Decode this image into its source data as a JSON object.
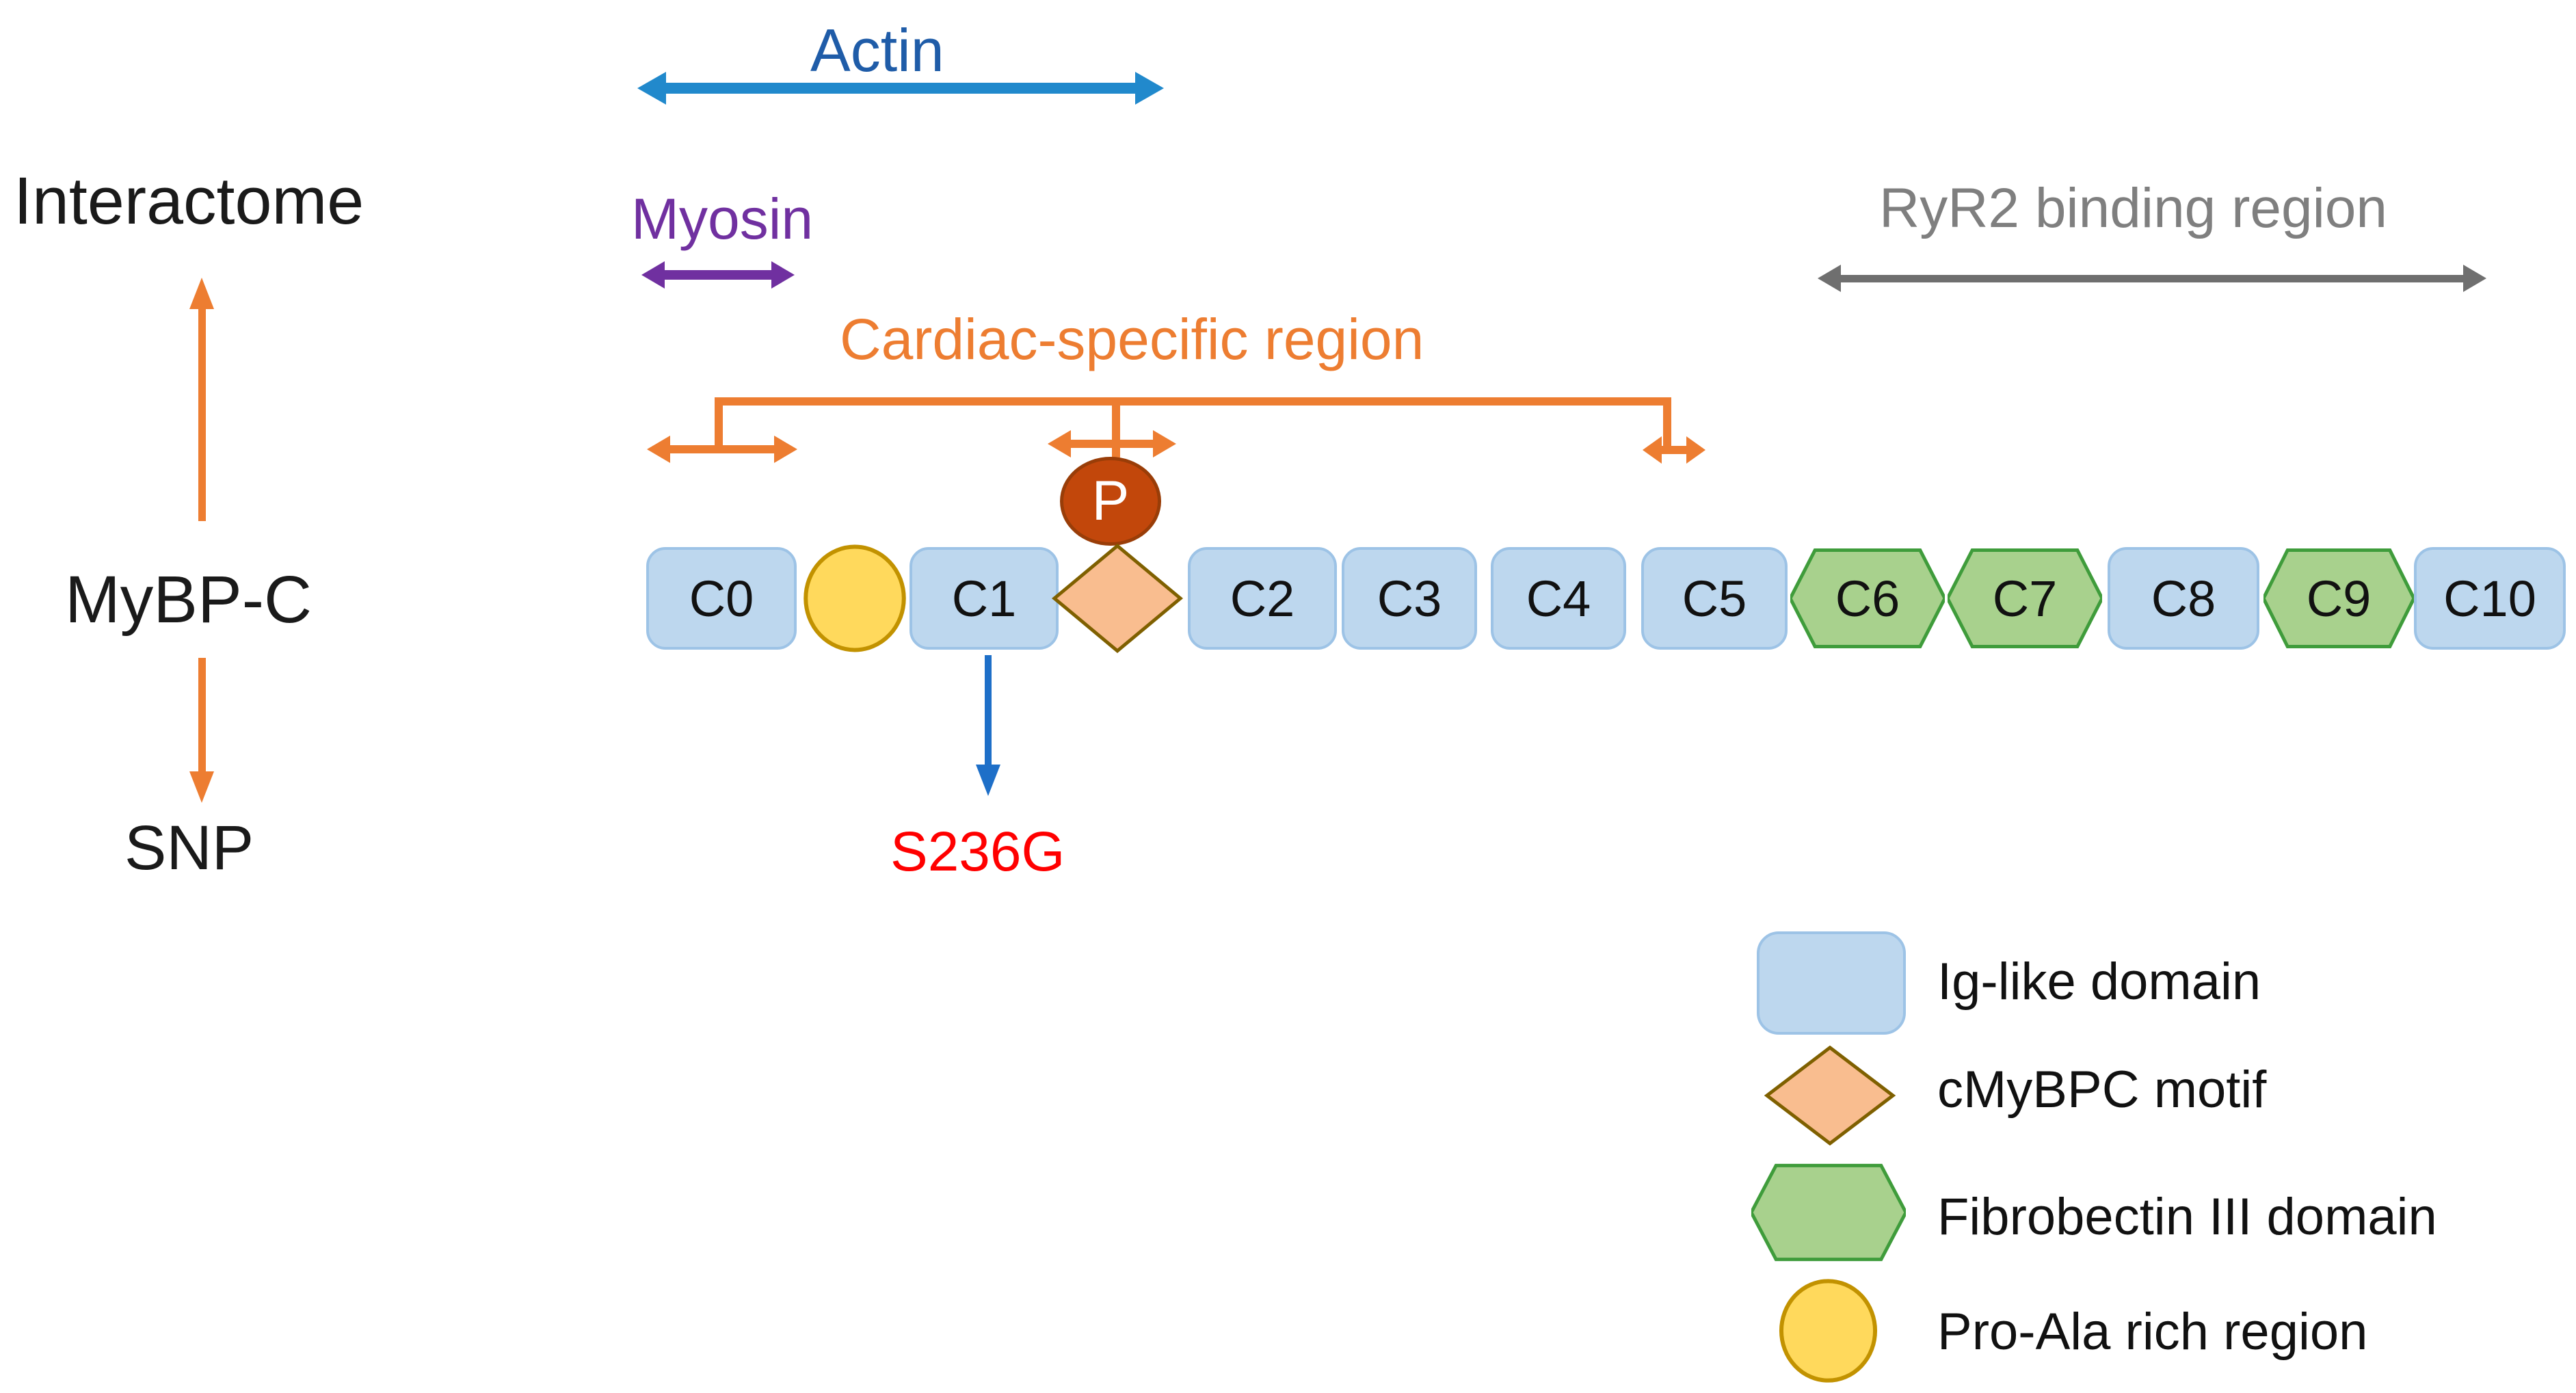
{
  "title": "MyBP-C interactome domain diagram",
  "left_panel": {
    "interactome": "Interactome",
    "mybpc": "MyBP-C",
    "snp": "SNP"
  },
  "annotations": {
    "actin": "Actin",
    "myosin": "Myosin",
    "ryr2": "RyR2 binding region",
    "cardiac": "Cardiac-specific region",
    "phosphorylation_badge": "P",
    "mutation": "S236G"
  },
  "chain": {
    "domains": [
      {
        "label": "C0",
        "type": "ig-like"
      },
      {
        "label": "",
        "type": "pro-ala-rich-region"
      },
      {
        "label": "C1",
        "type": "ig-like"
      },
      {
        "label": "",
        "type": "cmybpc-motif"
      },
      {
        "label": "C2",
        "type": "ig-like"
      },
      {
        "label": "C3",
        "type": "ig-like"
      },
      {
        "label": "C4",
        "type": "ig-like"
      },
      {
        "label": "C5",
        "type": "ig-like"
      },
      {
        "label": "C6",
        "type": "fibronectin-III"
      },
      {
        "label": "C7",
        "type": "fibronectin-III"
      },
      {
        "label": "C8",
        "type": "ig-like"
      },
      {
        "label": "C9",
        "type": "fibronectin-III"
      },
      {
        "label": "C10",
        "type": "ig-like"
      }
    ]
  },
  "legend": {
    "items": [
      {
        "shape": "ig-like-square",
        "label": "Ig-like domain"
      },
      {
        "shape": "motif-diamond",
        "label": "cMyBPC motif"
      },
      {
        "shape": "fn3-hexagon",
        "label": "Fibrobectin III domain"
      },
      {
        "shape": "pro-ala-ellipse",
        "label": "Pro-Ala rich region"
      }
    ]
  },
  "colors": {
    "orange_accent": "#ED7D31",
    "actin_text_blue": "#1F5CA8",
    "actin_arrow_blue": "#2189CC",
    "mutation_arrow_blue": "#1E6FC8",
    "myosin_purple": "#7030A0",
    "ryr2_gray_text": "#7F7F7F",
    "ryr2_gray_arrow": "#6F6F6F",
    "mutation_red": "#FF0000",
    "ig_fill": "#BDD7EE",
    "ig_border": "#9DC3E6",
    "fn3_fill": "#A8D18D",
    "fn3_border": "#3F9C3B",
    "motif_fill": "#F9BD8F",
    "motif_border": "#7F6000",
    "proala_fill": "#FFD95C",
    "proala_border": "#C29200",
    "phospho_fill": "#C2470B",
    "phospho_border": "#993D08",
    "text_black": "#1A1A1A"
  }
}
